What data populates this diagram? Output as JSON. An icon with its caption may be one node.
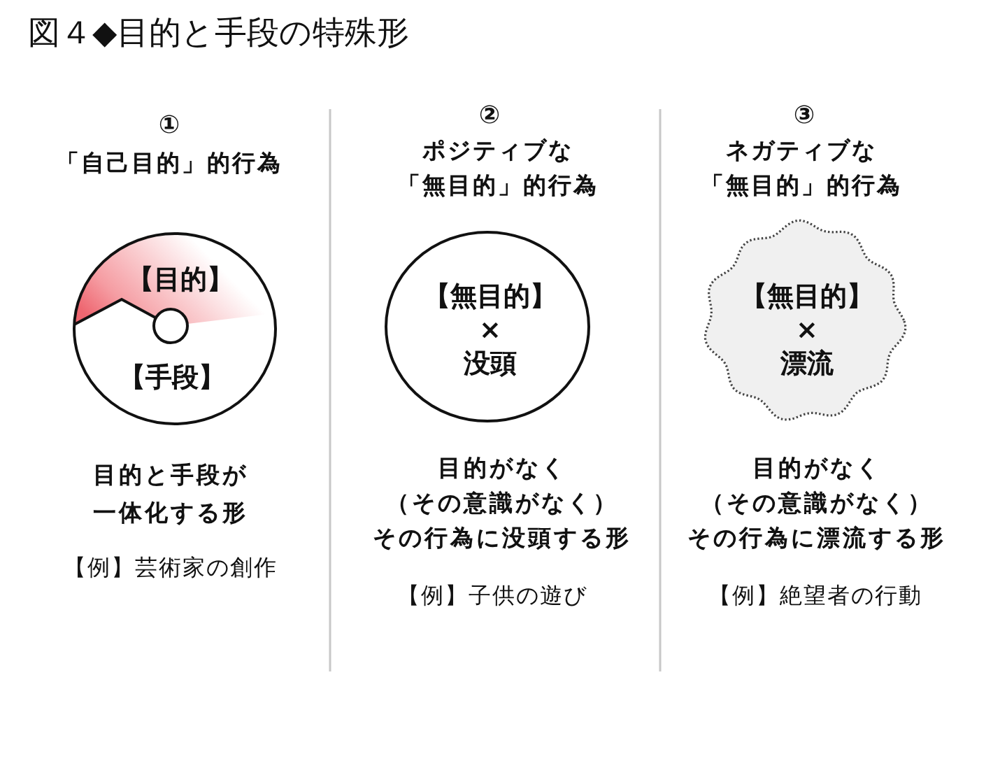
{
  "diagram": {
    "title": "図４◆目的と手段の特殊形",
    "nodes": [
      {
        "text": [
          "【目的】",
          "【手段】"
        ],
        "beside": [
          "①",
          "「自己目的」的行為",
          "目的と手段が一体化する形",
          "【例】芸術家の創作"
        ]
      },
      {
        "text": [
          "【無目的】",
          "×",
          "没頭"
        ],
        "beside": [
          "②",
          "ポジティブな「無目的」的行為",
          "目的がなく（その意識がなく）その行為に没頭する形",
          "【例】子供の遊び"
        ]
      },
      {
        "text": [
          "【無目的】",
          "×",
          "漂流"
        ],
        "beside": [
          "③",
          "ネガティブな「無目的」的行為",
          "目的がなく（その意識がなく）その行為に漂流する形",
          "【例】絶望者の行動"
        ]
      }
    ]
  }
}
